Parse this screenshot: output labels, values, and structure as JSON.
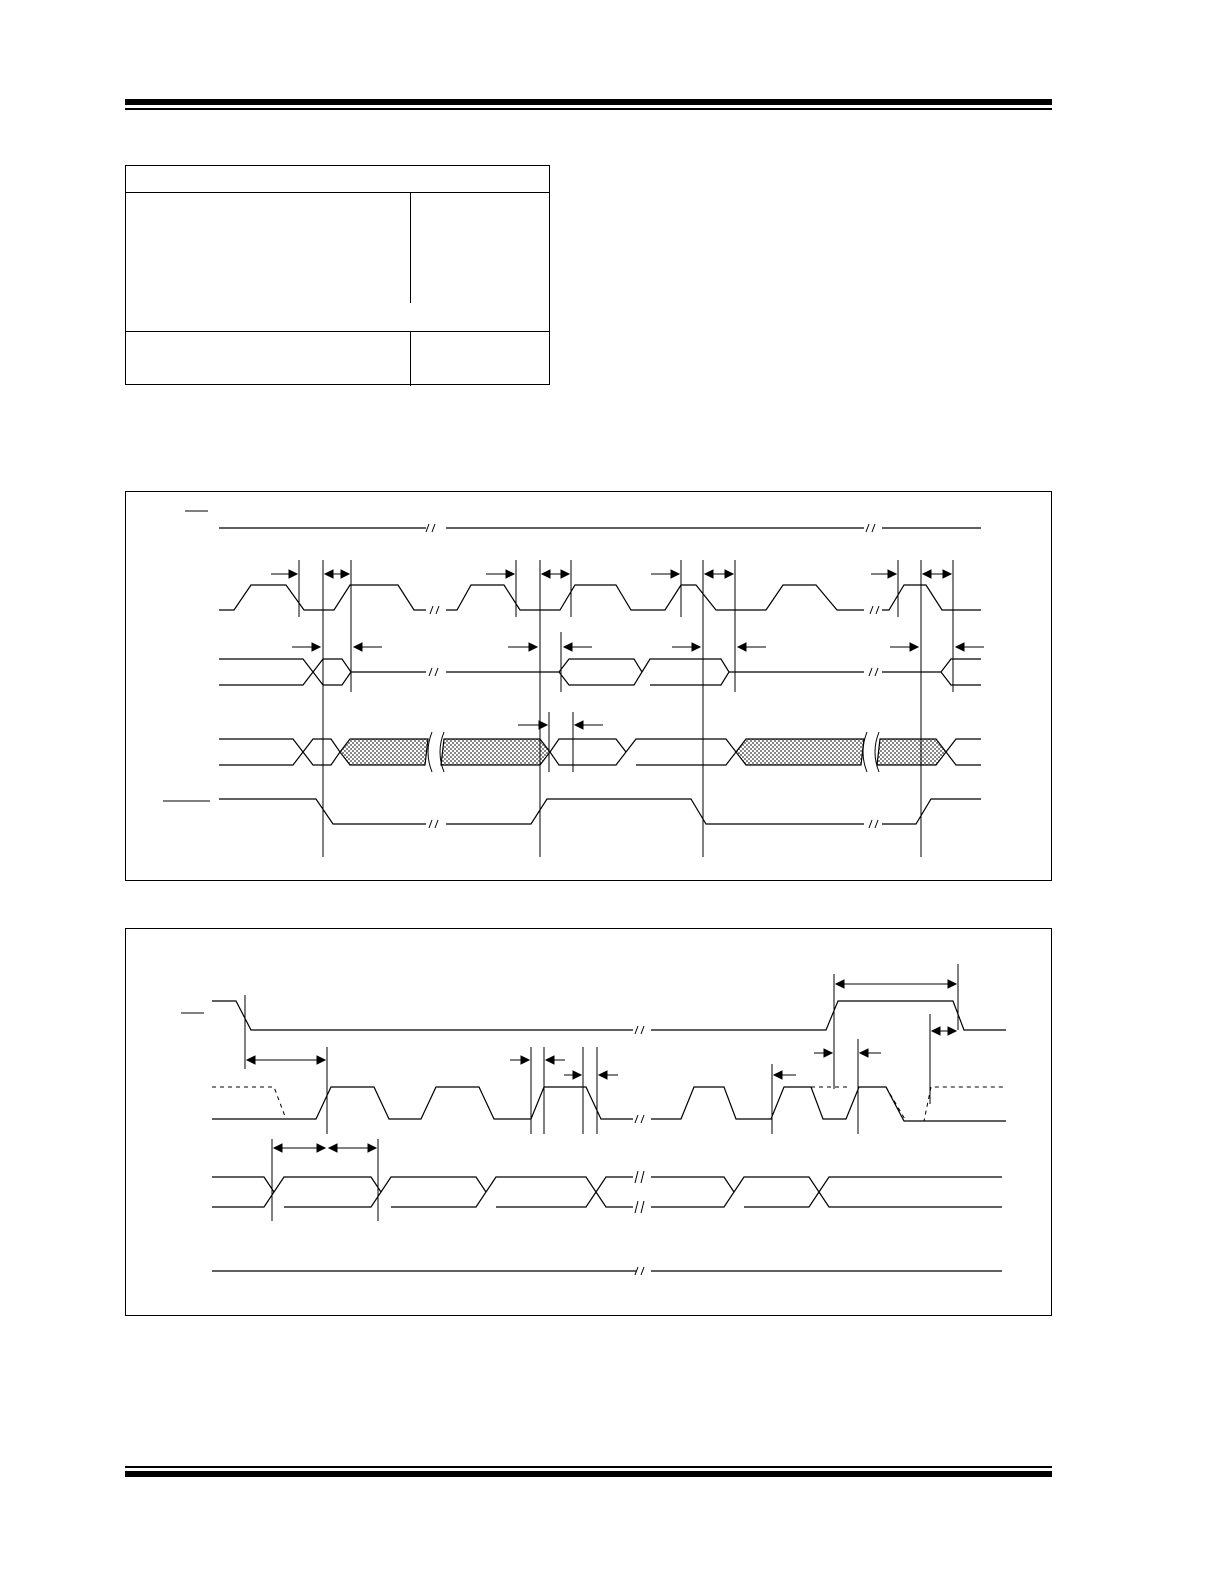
{
  "page": {
    "header_rules": "double",
    "footer_rules": "double"
  },
  "table": {
    "title": "",
    "rows": []
  },
  "figures": [
    {
      "name": "timing-diagram-1",
      "title": "",
      "signals": []
    },
    {
      "name": "timing-diagram-2",
      "title": "",
      "signals": []
    }
  ],
  "colors": {
    "line": "#000000",
    "hatch": "#c8c8c8",
    "background": "#ffffff"
  },
  "icons": [
    "right-arrow-icon",
    "left-arrow-icon",
    "double-arrow-icon",
    "break-mark-icon"
  ]
}
